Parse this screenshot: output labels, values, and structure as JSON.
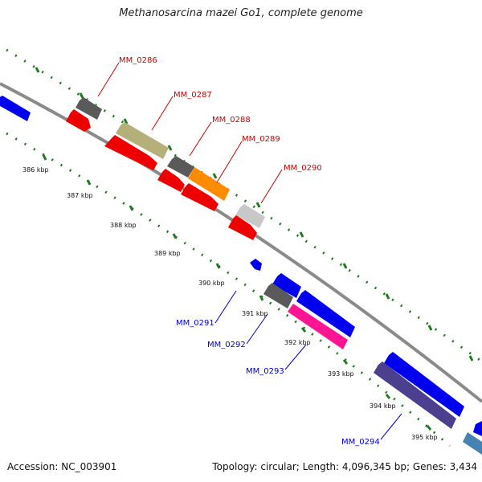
{
  "title": "Methanosarcina mazei Go1, complete genome",
  "footer": {
    "accession": "Accession: NC_003901",
    "topology": "Topology: circular; Length: 4,096,345 bp; Genes: 3,434"
  },
  "colors": {
    "backbone": "#8a8a8a",
    "tick": "#1e7a1e",
    "forward_label": "#cc0000",
    "reverse_label": "#0000cc"
  },
  "scale_labels": [
    "386 kbp",
    "387 kbp",
    "388 kbp",
    "389 kbp",
    "390 kbp",
    "391 kbp",
    "392 kbp",
    "393 kbp",
    "394 kbp",
    "395 kbp"
  ],
  "gene_labels": {
    "forward": [
      "MM_0286",
      "MM_0287",
      "MM_0288",
      "MM_0289",
      "MM_0290"
    ],
    "reverse": [
      "MM_0291",
      "MM_0292",
      "MM_0293",
      "MM_0294"
    ]
  },
  "features": [
    {
      "name": "blue-gene-left",
      "color": "#0000ee"
    },
    {
      "name": "gray-gene-mm0286",
      "color": "#5a5a5a"
    },
    {
      "name": "red-gene-1",
      "color": "#ee0000"
    },
    {
      "name": "olive-gene-mm0287",
      "color": "#b5b07a"
    },
    {
      "name": "red-gene-2",
      "color": "#ee0000"
    },
    {
      "name": "gray-gene-mm0288",
      "color": "#5a5a5a"
    },
    {
      "name": "orange-gene-mm0289",
      "color": "#ff8c00"
    },
    {
      "name": "red-gene-3",
      "color": "#ee0000"
    },
    {
      "name": "red-gene-4",
      "color": "#ee0000"
    },
    {
      "name": "lightgray-gene-mm0290",
      "color": "#c8c8c8"
    },
    {
      "name": "red-gene-5",
      "color": "#ee0000"
    },
    {
      "name": "blue-gene-small",
      "color": "#0000ee"
    },
    {
      "name": "blue-gene-1",
      "color": "#0000ee"
    },
    {
      "name": "gray-gene-mm0292",
      "color": "#5a5a5a"
    },
    {
      "name": "blue-gene-2",
      "color": "#0000ee"
    },
    {
      "name": "pink-gene-mm0293",
      "color": "#ff1493"
    },
    {
      "name": "blue-gene-3",
      "color": "#0000ee"
    },
    {
      "name": "purple-gene-mm0294",
      "color": "#4b3f8f"
    },
    {
      "name": "blue-gene-edge",
      "color": "#0000ee"
    },
    {
      "name": "steelblue-gene-edge",
      "color": "#4682b4"
    }
  ]
}
